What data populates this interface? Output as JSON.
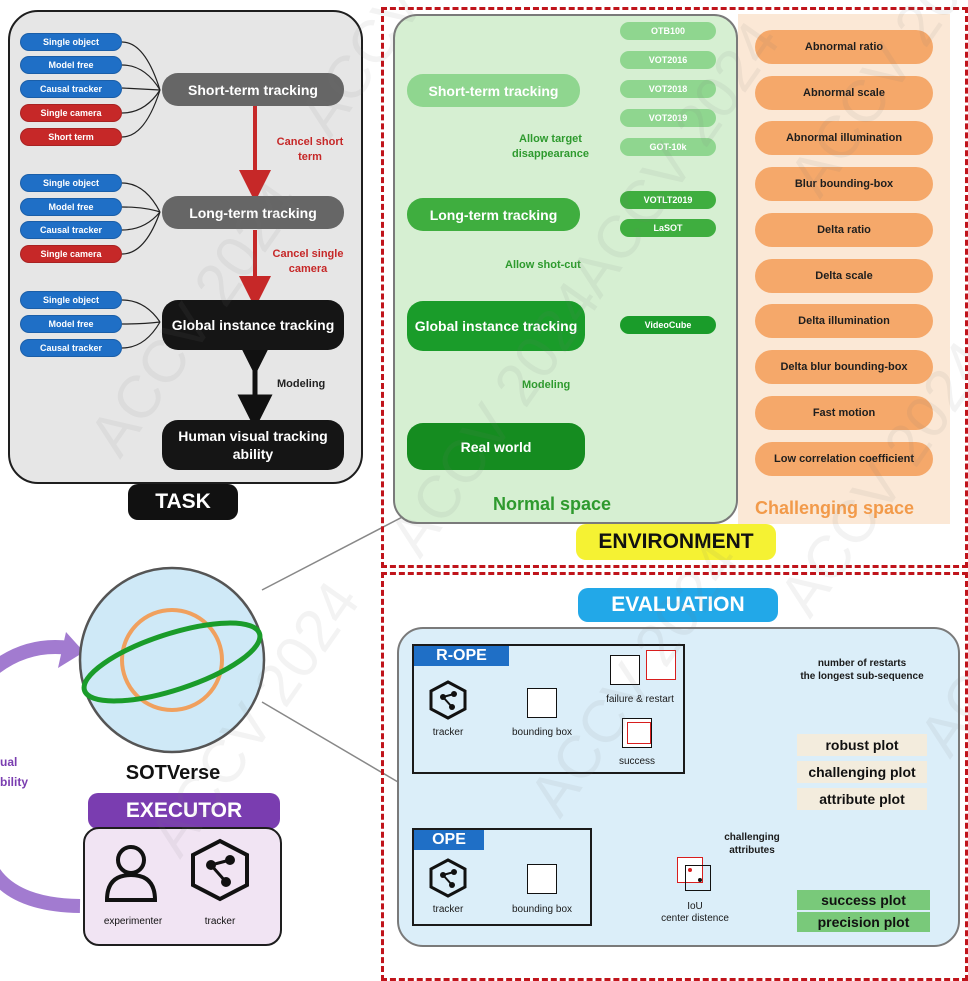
{
  "task": {
    "title": "TASK",
    "groups": [
      {
        "pills": [
          {
            "label": "Single object",
            "color": "blue"
          },
          {
            "label": "Model free",
            "color": "blue"
          },
          {
            "label": "Causal tracker",
            "color": "blue"
          },
          {
            "label": "Single camera",
            "color": "red"
          },
          {
            "label": "Short term",
            "color": "red"
          }
        ],
        "node": "Short-term tracking"
      },
      {
        "pills": [
          {
            "label": "Single object",
            "color": "blue"
          },
          {
            "label": "Model free",
            "color": "blue"
          },
          {
            "label": "Causal tracker",
            "color": "blue"
          },
          {
            "label": "Single camera",
            "color": "red"
          }
        ],
        "node": "Long-term tracking"
      },
      {
        "pills": [
          {
            "label": "Single object",
            "color": "blue"
          },
          {
            "label": "Model free",
            "color": "blue"
          },
          {
            "label": "Causal tracker",
            "color": "blue"
          }
        ],
        "node": "Global instance tracking"
      }
    ],
    "final_node": "Human visual tracking ability",
    "notes": [
      "Cancel short term",
      "Cancel single camera"
    ],
    "modeling": "Modeling"
  },
  "environment": {
    "title": "ENVIRONMENT",
    "normal": {
      "label": "Normal space",
      "nodes": [
        "Short-term tracking",
        "Long-term tracking",
        "Global instance tracking",
        "Real world"
      ],
      "notes": [
        "Allow target disappearance",
        "Allow shot-cut",
        "Modeling"
      ],
      "short_term_benchmarks": [
        "OTB100",
        "VOT2016",
        "VOT2018",
        "VOT2019",
        "GOT-10k"
      ],
      "long_term_benchmarks": [
        "VOTLT2019",
        "LaSOT"
      ],
      "global_benchmarks": [
        "VideoCube"
      ]
    },
    "challenging": {
      "label": "Challenging space",
      "items": [
        "Abnormal ratio",
        "Abnormal scale",
        "Abnormal illumination",
        "Blur bounding-box",
        "Delta ratio",
        "Delta scale",
        "Delta illumination",
        "Delta blur bounding-box",
        "Fast motion",
        "Low correlation coefficient"
      ]
    }
  },
  "center": {
    "label": "SOTVerse",
    "left_fragment": [
      "ual",
      "bility"
    ]
  },
  "executor": {
    "title": "EXECUTOR",
    "experimenter": "experimenter",
    "tracker": "tracker"
  },
  "evaluation": {
    "title": "EVALUATION",
    "rope": {
      "tag": "R-OPE",
      "tracker": "tracker",
      "bbox": "bounding box",
      "failure": "failure & restart",
      "success": "success"
    },
    "ope": {
      "tag": "OPE",
      "tracker": "tracker",
      "bbox": "bounding box"
    },
    "restarts": [
      "number of restarts",
      "the longest sub-sequence"
    ],
    "iou": [
      "IoU",
      "center distence"
    ],
    "challenging_attributes": [
      "challenging",
      "attributes"
    ],
    "plots_top": [
      "robust plot",
      "challenging plot",
      "attribute plot"
    ],
    "plots_bottom": [
      "success plot",
      "precision plot"
    ]
  },
  "watermark": "ACCV 2024",
  "colors": {
    "task_blue": "#1f6fc6",
    "task_red": "#c62828",
    "env_green": "#2e9a2e",
    "light_green": "#8fd68f",
    "challenge_orange": "#f5a86a",
    "eval_blue": "#1f6fc6",
    "eval_title_bg": "#22a8e8",
    "executor_purple": "#7a3db0",
    "environment_title_bg": "#f5f233"
  }
}
